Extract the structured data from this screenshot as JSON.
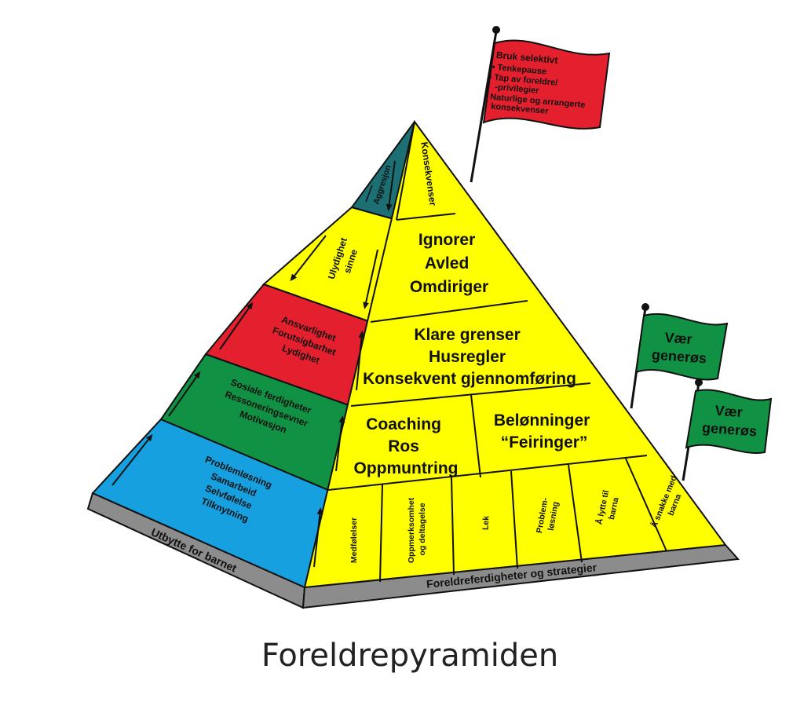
{
  "title": "Foreldrepyramiden",
  "colors": {
    "yellow": "#ffff00",
    "red": "#e5202e",
    "green": "#109143",
    "blue": "#16a0e0",
    "teal": "#1c6f73",
    "base_gray": "#8c8c8c",
    "outline": "#111111"
  },
  "left_face": {
    "base_label": "Utbytte for barnet",
    "levels": [
      {
        "id": "blue",
        "lines": [
          "Problemløsning",
          "Samarbeid",
          "Selvfølelse",
          "Tilknytning"
        ]
      },
      {
        "id": "green",
        "lines": [
          "Sosiale ferdigheter",
          "Ressoneringsevner",
          "Motivasjon"
        ]
      },
      {
        "id": "red",
        "lines": [
          "Ansvarlighet",
          "Forutsigbarhet",
          "Lydighet"
        ]
      },
      {
        "id": "yellow",
        "lines": [
          "Ulydighet",
          "sinne"
        ]
      },
      {
        "id": "teal",
        "lines": [
          "Aggresjon"
        ]
      }
    ]
  },
  "right_face": {
    "base_label": "Foreldreferdigheter og strategier",
    "bottom_row": [
      {
        "lines": [
          "Medfølelser"
        ]
      },
      {
        "lines": [
          "Oppmerksomhet",
          "og deltagelse"
        ]
      },
      {
        "lines": [
          "Lek"
        ]
      },
      {
        "lines": [
          "Problem-",
          "løsning"
        ]
      },
      {
        "lines": [
          "Å lytte til",
          "barna"
        ]
      },
      {
        "lines": [
          "Å snakke med",
          "barna"
        ]
      }
    ],
    "coaching": [
      "Coaching",
      "Ros",
      "Oppmuntring"
    ],
    "belonninger": [
      "Belønninger",
      "“Feiringer”"
    ],
    "grenser": [
      "Klare grenser",
      "Husregler",
      "Konsekvent gjennomføring"
    ],
    "ignorer": [
      "Ignorer",
      "Avled",
      "Omdiriger"
    ],
    "konsekvenser": "Konsekvenser"
  },
  "flags": {
    "red_flag": {
      "heading": "Bruk selektivt",
      "bullets": [
        "Tenkepause",
        "Tap av foreldre/",
        "-privilegier",
        "Naturlige og arrangerte",
        "konsekvenser"
      ]
    },
    "green_flags": [
      {
        "lines": [
          "Vær",
          "generøs"
        ]
      },
      {
        "lines": [
          "Vær",
          "generøs"
        ]
      }
    ]
  },
  "icons": [
    "arrow-up-icon",
    "arrow-down-icon"
  ]
}
